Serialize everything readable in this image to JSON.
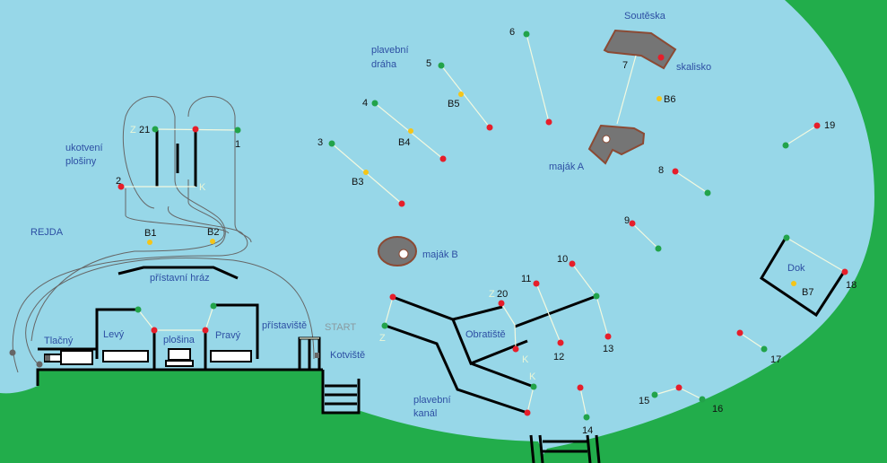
{
  "colors": {
    "water": "#97d7e8",
    "land": "#22ad4b",
    "buoy_green": "#22a34a",
    "buoy_red": "#e61e2a",
    "buoy_yellow": "#f5c518",
    "rock_fill": "#757575",
    "rock_edge": "#8b4a34",
    "label_blue": "#2d4fa3",
    "route_gray": "#666666"
  },
  "labels": {
    "soutеska": "Soutěska",
    "skalisko": "skalisko",
    "plavebni_draha_1": "plavební",
    "plavebni_draha_2": "dráha",
    "ukotveni_1": "ukotvení",
    "ukotveni_2": "plošiny",
    "rejda": "REJDA",
    "majak_a": "maják A",
    "majak_b": "maják B",
    "dok": "Dok",
    "obratiste": "Obratiště",
    "pristavni_hraz": "přístavní hráz",
    "pristaviste": "přístaviště",
    "start": "START",
    "kotviste": "Kotviště",
    "tlacny": "Tlačný",
    "levy": "Levý",
    "plosina": "plošina",
    "pravy": "Pravý",
    "plavebni_kanal_1": "plavební",
    "plavebni_kanal_2": "kanál"
  },
  "gates": [
    {
      "id": "1",
      "label": "1"
    },
    {
      "id": "2",
      "label": "2"
    },
    {
      "id": "3",
      "label": "3"
    },
    {
      "id": "4",
      "label": "4"
    },
    {
      "id": "5",
      "label": "5"
    },
    {
      "id": "6",
      "label": "6"
    },
    {
      "id": "7",
      "label": "7"
    },
    {
      "id": "8",
      "label": "8"
    },
    {
      "id": "9",
      "label": "9"
    },
    {
      "id": "10",
      "label": "10"
    },
    {
      "id": "11",
      "label": "11"
    },
    {
      "id": "12",
      "label": "12"
    },
    {
      "id": "13",
      "label": "13"
    },
    {
      "id": "14",
      "label": "14"
    },
    {
      "id": "15",
      "label": "15"
    },
    {
      "id": "16",
      "label": "16"
    },
    {
      "id": "17",
      "label": "17"
    },
    {
      "id": "18",
      "label": "18"
    },
    {
      "id": "19",
      "label": "19"
    },
    {
      "id": "20",
      "label": "20"
    },
    {
      "id": "21",
      "label": "21"
    }
  ],
  "bojky": [
    "B1",
    "B2",
    "B3",
    "B4",
    "B5",
    "B6",
    "B7"
  ],
  "markers": {
    "z": "Z",
    "k": "K"
  }
}
